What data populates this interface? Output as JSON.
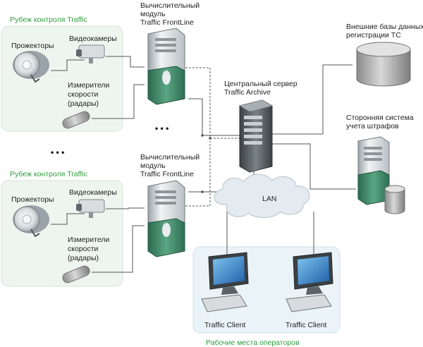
{
  "zones": {
    "top_title": "Рубеж контроля Traffic",
    "bottom_title": "Рубеж контроля Traffic",
    "operators_title": "Рабочие места операторов"
  },
  "devices": {
    "projectors": "Прожекторы",
    "cameras": "Видеокамеры",
    "speed_meters": [
      "Измерители",
      "скорости",
      "(радары)"
    ]
  },
  "frontline_module": [
    "Вычислительный",
    "модуль",
    "Traffic FrontLine"
  ],
  "central_server": [
    "Центральный сервер",
    "Traffic Archive"
  ],
  "external_db": [
    "Внешние базы данных",
    "регистрации ТС"
  ],
  "third_party": [
    "Сторонняя система",
    "учета штрафов"
  ],
  "network": {
    "lan_label": "LAN"
  },
  "clients": [
    "Traffic Client",
    "Traffic Client"
  ],
  "ellipsis": "• • •"
}
